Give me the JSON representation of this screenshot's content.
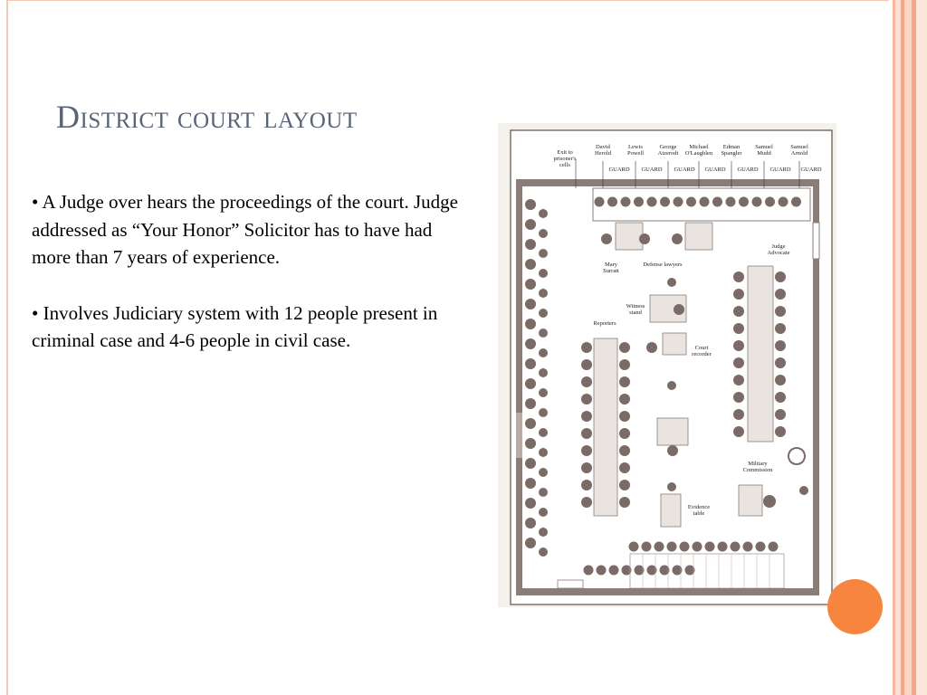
{
  "slide": {
    "title": "District court layout",
    "bullets": [
      "• A Judge over hears the proceedings of the court. Judge addressed as “Your Honor” Solicitor has to have had more than 7 years of experience.",
      "• Involves Judiciary system with 12 people present in criminal case and 4-6 people in civil case."
    ]
  },
  "diagram": {
    "top_labels": {
      "exit": [
        "Exit to",
        "prisoner's",
        "cells"
      ],
      "defendants": [
        [
          "David",
          "Herold"
        ],
        [
          "Lewis",
          "Powell"
        ],
        [
          "George",
          "Atzerodt"
        ],
        [
          "Michael",
          "O'Laughlen"
        ],
        [
          "Edman",
          "Spangler"
        ],
        [
          "Samuel",
          "Mudd"
        ],
        [
          "Samuel",
          "Arnold"
        ]
      ],
      "guard": "GUARD"
    },
    "labels": {
      "mary": [
        "Mary",
        "Surratt"
      ],
      "defense": "Defense lawyers",
      "judge": [
        "Judge",
        "Advocate"
      ],
      "witness": [
        "Witness",
        "stand"
      ],
      "reporters": "Reporters",
      "recorder": [
        "Court",
        "recorder"
      ],
      "military": [
        "Military",
        "Commission"
      ],
      "evidence": [
        "Evidence",
        "table"
      ]
    }
  },
  "colors": {
    "title": "#5a6478",
    "accent": "#f8853f",
    "border": "#f4c7b4"
  }
}
